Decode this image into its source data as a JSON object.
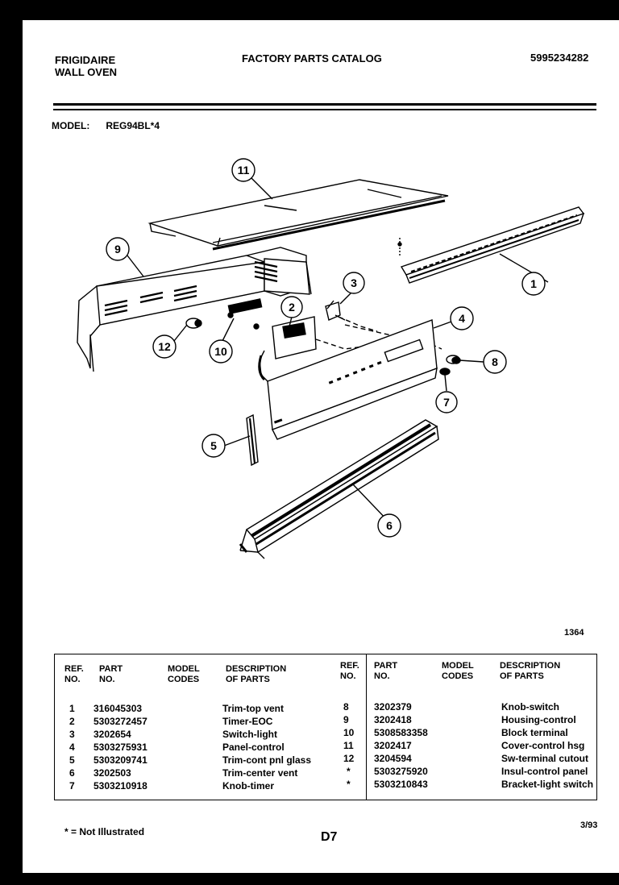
{
  "header": {
    "brand": "FRIGIDAIRE",
    "product": "WALL OVEN",
    "title": "FACTORY PARTS CATALOG",
    "catalog_number": "5995234282"
  },
  "model": {
    "label": "MODEL:",
    "value": "REG94BL*4"
  },
  "diagram": {
    "callouts": [
      "1",
      "2",
      "3",
      "4",
      "5",
      "6",
      "7",
      "8",
      "9",
      "10",
      "11",
      "12"
    ],
    "figure_number": "1364"
  },
  "table": {
    "headers": {
      "ref": "REF.\nNO.",
      "part": "PART\nNO.",
      "model_codes": "MODEL\nCODES",
      "description": "DESCRIPTION\nOF PARTS"
    },
    "left_rows": [
      {
        "ref": "1",
        "part": "316045303",
        "desc": "Trim-top vent"
      },
      {
        "ref": "2",
        "part": "5303272457",
        "desc": "Timer-EOC"
      },
      {
        "ref": "3",
        "part": "3202654",
        "desc": "Switch-light"
      },
      {
        "ref": "4",
        "part": "5303275931",
        "desc": "Panel-control"
      },
      {
        "ref": "5",
        "part": "5303209741",
        "desc": "Trim-cont pnl glass"
      },
      {
        "ref": "6",
        "part": "3202503",
        "desc": "Trim-center vent"
      },
      {
        "ref": "7",
        "part": "5303210918",
        "desc": "Knob-timer"
      }
    ],
    "right_rows": [
      {
        "ref": "8",
        "part": "3202379",
        "desc": "Knob-switch"
      },
      {
        "ref": "9",
        "part": "3202418",
        "desc": "Housing-control"
      },
      {
        "ref": "10",
        "part": "5308583358",
        "desc": "Block terminal"
      },
      {
        "ref": "11",
        "part": "3202417",
        "desc": "Cover-control hsg"
      },
      {
        "ref": "12",
        "part": "3204594",
        "desc": "Sw-terminal cutout"
      },
      {
        "ref": "*",
        "part": "5303275920",
        "desc": "Insul-control panel"
      },
      {
        "ref": "*",
        "part": "5303210843",
        "desc": "Bracket-light switch"
      }
    ]
  },
  "footer": {
    "note": "* = Not Illustrated",
    "page": "D7",
    "date": "3/93"
  }
}
